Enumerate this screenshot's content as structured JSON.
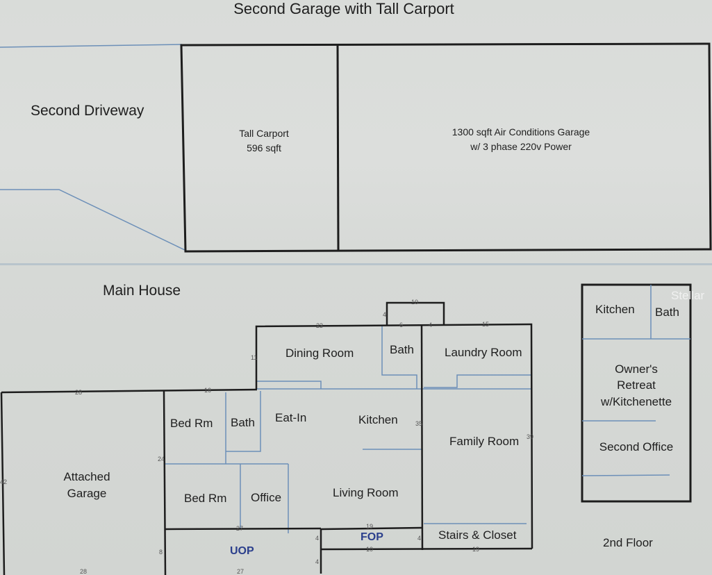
{
  "top": {
    "title": "Second Garage with Tall Carport",
    "driveway": "Second Driveway",
    "carport_name": "Tall Carport",
    "carport_size": "596 sqft",
    "garage_line1": "1300 sqft Air Conditions Garage",
    "garage_line2": "w/ 3 phase 220v Power"
  },
  "main": {
    "title": "Main House",
    "rooms": {
      "dining": "Dining Room",
      "bath_top": "Bath",
      "laundry": "Laundry Room",
      "bed1": "Bed Rm",
      "bath_mid": "Bath",
      "eat_in": "Eat-In",
      "kitchen": "Kitchen",
      "family": "Family Room",
      "garage_line1": "Attached",
      "garage_line2": "Garage",
      "bed2": "Bed Rm",
      "office": "Office",
      "living": "Living Room",
      "uop": "UOP",
      "fop": "FOP",
      "stairs": "Stairs & Closet"
    },
    "dimensions": {
      "d10_top": "10",
      "d4_left": "4",
      "d23": "23",
      "d6": "6",
      "d4_right": "4",
      "d15": "15",
      "d11": "11",
      "d28_top": "28",
      "d16": "16",
      "d35": "35",
      "d39": "39",
      "d24": "24",
      "d42": "42",
      "d27_top": "27",
      "d19": "19",
      "d4_fop_l": "4",
      "d4_fop_r": "4",
      "d8": "8",
      "d4_uop": "4",
      "d10_fop": "10",
      "d19_bottom": "19",
      "d28_bottom": "28",
      "d27_bottom": "27"
    }
  },
  "second_floor": {
    "kitchen": "Kitchen",
    "bath": "Bath",
    "retreat_line1": "Owner's",
    "retreat_line2": "Retreat",
    "retreat_line3": "w/Kitchenette",
    "office": "Second Office",
    "label": "2nd Floor"
  },
  "watermark": "Stellar"
}
